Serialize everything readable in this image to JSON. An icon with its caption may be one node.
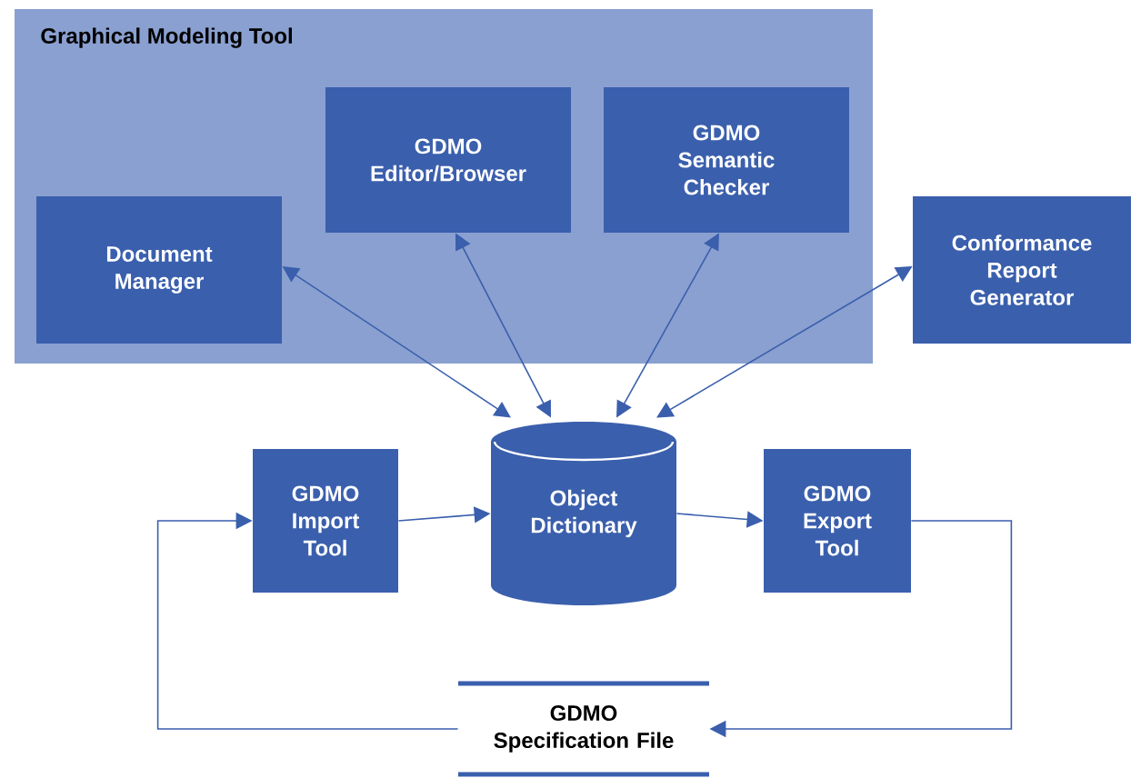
{
  "diagram": {
    "nodes": [
      {
        "text": [
          "Graphical Modeling Tool"
        ]
      },
      {
        "text": [
          "Document Manager"
        ],
        "in": 0
      },
      {
        "text": [
          "GDMO Editor/Browser"
        ],
        "in": 0
      },
      {
        "text": [
          "GDMO Semantic Checker"
        ],
        "in": 0
      },
      {
        "text": [
          "Conformance Report Generator"
        ]
      },
      {
        "text": [
          "Object Dictionary"
        ]
      },
      {
        "text": [
          "GDMO Import Tool"
        ]
      },
      {
        "text": [
          "GDMO Export Tool"
        ]
      },
      {
        "text": [
          "GDMO Specification File"
        ]
      }
    ],
    "edges": [
      {
        "from": 5,
        "to": 1,
        "arrow": "both"
      },
      {
        "from": 5,
        "to": 2,
        "arrow": "both"
      },
      {
        "from": 5,
        "to": 3,
        "arrow": "both"
      },
      {
        "from": 5,
        "to": 4,
        "arrow": "both"
      },
      {
        "from": 6,
        "to": 5,
        "arrow": "to"
      },
      {
        "from": 5,
        "to": 7,
        "arrow": "to"
      },
      {
        "from": 8,
        "to": 6,
        "arrow": "to"
      },
      {
        "from": 7,
        "to": 8,
        "arrow": "to"
      }
    ]
  }
}
